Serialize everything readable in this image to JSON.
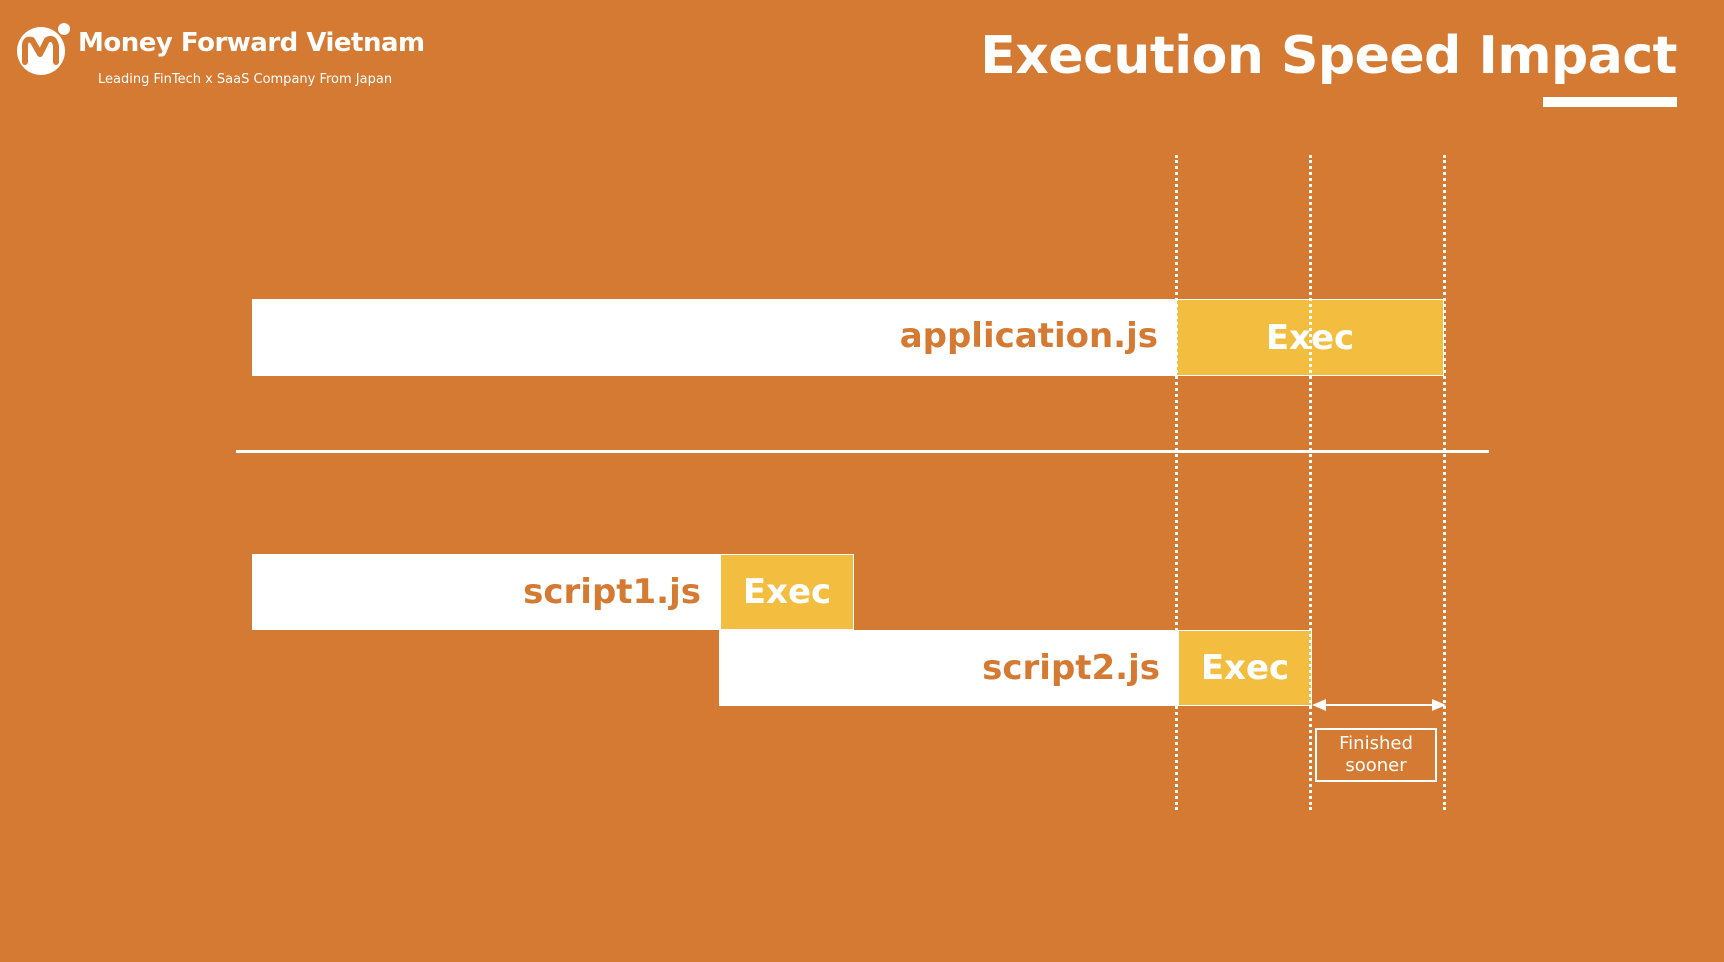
{
  "header": {
    "brand_name": "Money Forward Vietnam",
    "brand_tagline": "Leading FinTech x SaaS Company From Japan",
    "logo_icon": "money-forward-logo-icon",
    "title": "Execution Speed Impact"
  },
  "diagram": {
    "single_bundle": {
      "file_label": "application.js",
      "exec_label": "Exec"
    },
    "split_bundles": [
      {
        "file_label": "script1.js",
        "exec_label": "Exec"
      },
      {
        "file_label": "script2.js",
        "exec_label": "Exec"
      }
    ],
    "annotation": "Finished sooner"
  },
  "colors": {
    "background": "#D57A32",
    "bar": "#FFFFFF",
    "exec": "#F3BE40",
    "label": "#D57A32"
  }
}
